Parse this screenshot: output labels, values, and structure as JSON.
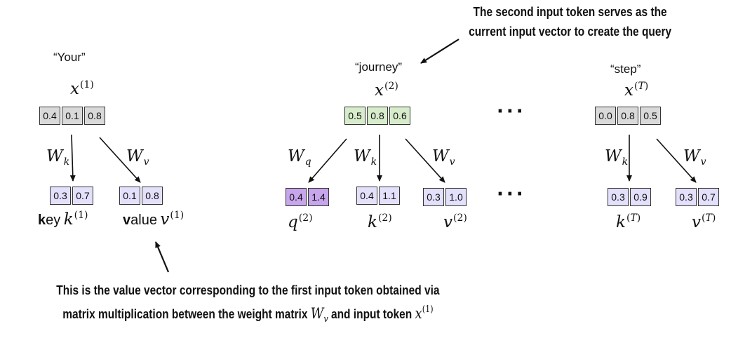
{
  "top_annotation": {
    "line1": "The second input token serves as the",
    "line2": "current input vector to create the query"
  },
  "bottom_annotation": {
    "line1": "This is the value vector corresponding to the first input token obtained via",
    "line2_prefix": "matrix multiplication between the weight matrix",
    "line2_mid": "and input token",
    "weight_symbol": "W",
    "weight_sub": "v",
    "token_symbol": "x",
    "token_sup": "(1)"
  },
  "columns": [
    {
      "word": "“Your”",
      "x_symbol": "x",
      "x_sup": "(1)",
      "input": [
        "0.4",
        "0.1",
        "0.8"
      ],
      "weights": [
        {
          "symbol": "W",
          "sub": "k"
        },
        {
          "symbol": "W",
          "sub": "v"
        }
      ],
      "outputs": [
        {
          "values": [
            "0.3",
            "0.7"
          ],
          "label_bold": "k",
          "label_rest": "ey",
          "symbol": "k",
          "sup": "(1)"
        },
        {
          "values": [
            "0.1",
            "0.8"
          ],
          "label_bold": "v",
          "label_rest": "alue",
          "symbol": "v",
          "sup": "(1)"
        }
      ]
    },
    {
      "word": "“journey”",
      "x_symbol": "x",
      "x_sup": "(2)",
      "input": [
        "0.5",
        "0.8",
        "0.6"
      ],
      "weights": [
        {
          "symbol": "W",
          "sub": "q"
        },
        {
          "symbol": "W",
          "sub": "k"
        },
        {
          "symbol": "W",
          "sub": "v"
        }
      ],
      "outputs": [
        {
          "values": [
            "0.4",
            "1.4"
          ],
          "symbol": "q",
          "sup": "(2)"
        },
        {
          "values": [
            "0.4",
            "1.1"
          ],
          "symbol": "k",
          "sup": "(2)"
        },
        {
          "values": [
            "0.3",
            "1.0"
          ],
          "symbol": "v",
          "sup": "(2)"
        }
      ]
    },
    {
      "word": "“step”",
      "x_symbol": "x",
      "x_sup_open": "(",
      "x_sup_var": "T",
      "x_sup_close": ")",
      "input": [
        "0.0",
        "0.8",
        "0.5"
      ],
      "weights": [
        {
          "symbol": "W",
          "sub": "k"
        },
        {
          "symbol": "W",
          "sub": "v"
        }
      ],
      "outputs": [
        {
          "values": [
            "0.3",
            "0.9"
          ],
          "symbol": "k",
          "sup_open": "(",
          "sup_var": "T",
          "sup_close": ")"
        },
        {
          "values": [
            "0.3",
            "0.7"
          ],
          "symbol": "v",
          "sup_open": "(",
          "sup_var": "T",
          "sup_close": ")"
        }
      ]
    }
  ],
  "ellipsis": "···",
  "colors": {
    "input_grey": "#d9d9d9",
    "input_green": "#d7eccb",
    "output_lavender": "#e3e0fb",
    "query_purple": "#c7a6ec",
    "line": "#111111"
  }
}
